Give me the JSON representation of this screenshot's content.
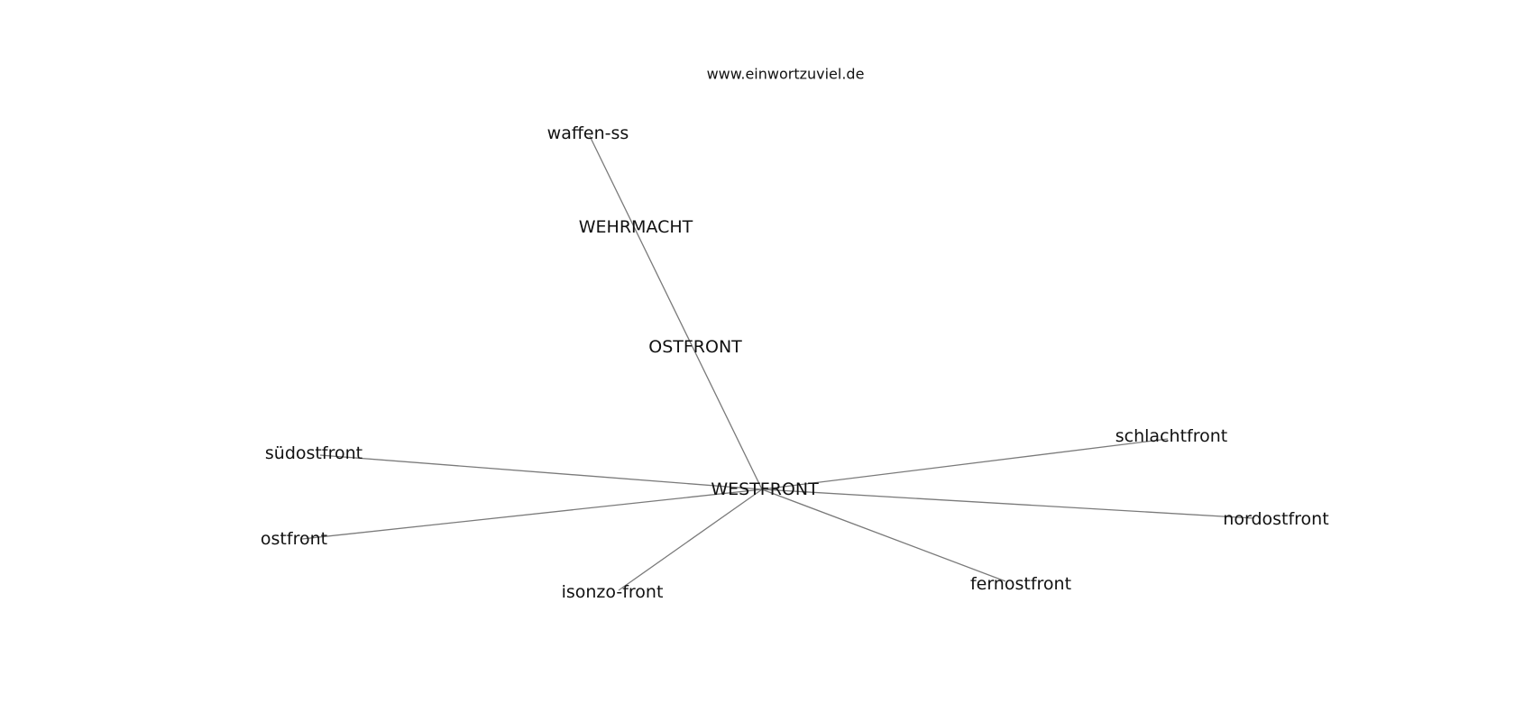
{
  "watermark": "www.einwortzuviel.de",
  "nodes": [
    {
      "id": "westfront",
      "label": "WESTFRONT"
    },
    {
      "id": "ostfront_upper",
      "label": "OSTFRONT"
    },
    {
      "id": "wehrmacht",
      "label": "WEHRMACHT"
    },
    {
      "id": "waffen_ss",
      "label": "waffen-ss"
    },
    {
      "id": "suedostfront",
      "label": "südostfront"
    },
    {
      "id": "ostfront",
      "label": "ostfront"
    },
    {
      "id": "isonzo_front",
      "label": "isonzo-front"
    },
    {
      "id": "fernostfront",
      "label": "fernostfront"
    },
    {
      "id": "nordostfront",
      "label": "nordostfront"
    },
    {
      "id": "schlachtfront",
      "label": "schlachtfront"
    }
  ],
  "edges": [
    {
      "from": "westfront",
      "to": "waffen_ss"
    },
    {
      "from": "westfront",
      "to": "suedostfront"
    },
    {
      "from": "westfront",
      "to": "ostfront"
    },
    {
      "from": "westfront",
      "to": "isonzo_front"
    },
    {
      "from": "westfront",
      "to": "fernostfront"
    },
    {
      "from": "westfront",
      "to": "nordostfront"
    },
    {
      "from": "westfront",
      "to": "schlachtfront"
    }
  ]
}
